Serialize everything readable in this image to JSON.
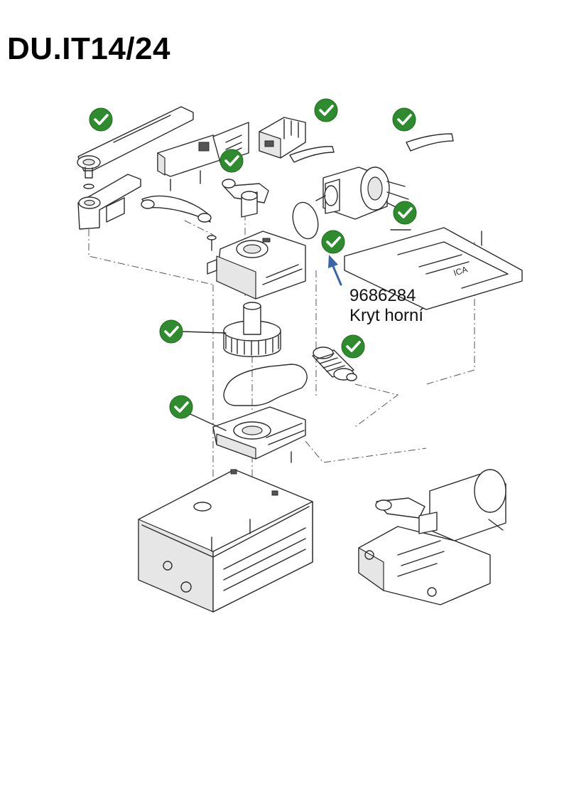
{
  "title": "DU.IT14/24",
  "callout": {
    "part_number": "9686284",
    "part_name": "Kryt horní"
  },
  "icons": {
    "check": "check-circle-icon",
    "arrow": "arrow-up-icon"
  },
  "colors": {
    "check_green": "#2e8b2e",
    "arrow_blue": "#3a66a8",
    "line": "#2b2b2b"
  }
}
